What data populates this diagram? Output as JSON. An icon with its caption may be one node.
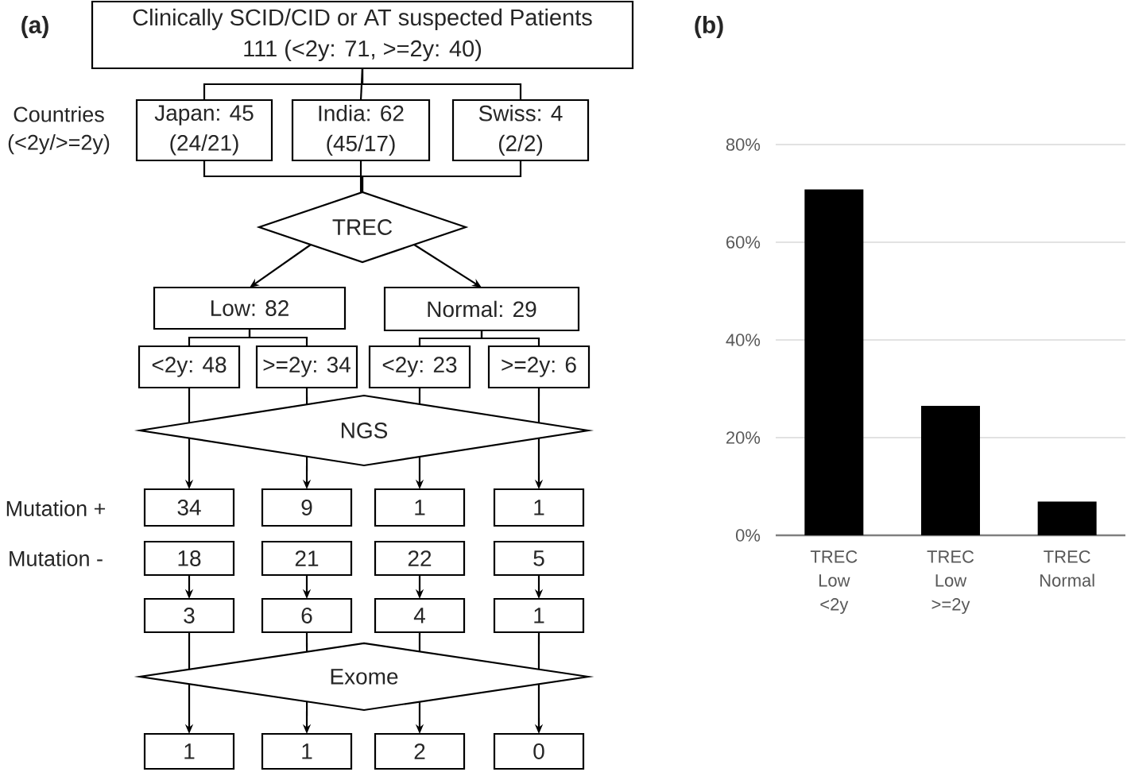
{
  "diagram": {
    "nodes": [
      {
        "text": [
          "Clinically SCID/CID or AT suspected Patients",
          "111 (<2y: 71, >=2y: 40)"
        ]
      },
      {
        "text": [
          "Japan: 45",
          "(24/21)"
        ]
      },
      {
        "text": [
          "India: 62",
          "(45/17)"
        ]
      },
      {
        "text": [
          "Swiss: 4",
          "(2/2)"
        ]
      },
      {
        "text": [
          "TREC"
        ]
      },
      {
        "text": [
          "Low: 82"
        ]
      },
      {
        "text": [
          "Normal: 29"
        ]
      },
      {
        "text": [
          "<2y: 48"
        ]
      },
      {
        "text": [
          ">=2y: 34"
        ]
      },
      {
        "text": [
          "<2y: 23"
        ]
      },
      {
        "text": [
          ">=2y: 6"
        ]
      },
      {
        "text": [
          "NGS"
        ]
      },
      {
        "text": [
          "34"
        ]
      },
      {
        "text": [
          "9"
        ]
      },
      {
        "text": [
          "1"
        ]
      },
      {
        "text": [
          "1"
        ]
      },
      {
        "text": [
          "18"
        ]
      },
      {
        "text": [
          "21"
        ]
      },
      {
        "text": [
          "22"
        ]
      },
      {
        "text": [
          "5"
        ]
      },
      {
        "text": [
          "3"
        ]
      },
      {
        "text": [
          "6"
        ]
      },
      {
        "text": [
          "4"
        ]
      },
      {
        "text": [
          "1"
        ]
      },
      {
        "text": [
          "Exome"
        ]
      },
      {
        "text": [
          "1"
        ]
      },
      {
        "text": [
          "1"
        ]
      },
      {
        "text": [
          "2"
        ]
      },
      {
        "text": [
          "0"
        ]
      }
    ],
    "edges": [
      {
        "from": 0,
        "to": 1,
        "arrow": "none"
      },
      {
        "from": 0,
        "to": 2,
        "arrow": "none"
      },
      {
        "from": 0,
        "to": 3,
        "arrow": "none"
      },
      {
        "from": 1,
        "to": 4,
        "arrow": "none"
      },
      {
        "from": 2,
        "to": 4,
        "arrow": "none"
      },
      {
        "from": 3,
        "to": 4,
        "arrow": "none"
      },
      {
        "from": 4,
        "to": 5,
        "arrow": "to"
      },
      {
        "from": 4,
        "to": 6,
        "arrow": "to"
      },
      {
        "from": 5,
        "to": 7,
        "arrow": "none"
      },
      {
        "from": 5,
        "to": 8,
        "arrow": "none"
      },
      {
        "from": 6,
        "to": 9,
        "arrow": "none"
      },
      {
        "from": 6,
        "to": 10,
        "arrow": "none"
      },
      {
        "from": 7,
        "to": 11,
        "arrow": "none"
      },
      {
        "from": 8,
        "to": 11,
        "arrow": "none"
      },
      {
        "from": 9,
        "to": 11,
        "arrow": "none"
      },
      {
        "from": 10,
        "to": 11,
        "arrow": "none"
      },
      {
        "from": 11,
        "to": 12,
        "arrow": "to"
      },
      {
        "from": 11,
        "to": 13,
        "arrow": "to"
      },
      {
        "from": 11,
        "to": 14,
        "arrow": "to"
      },
      {
        "from": 11,
        "to": 15,
        "arrow": "to"
      },
      {
        "from": 16,
        "to": 20,
        "arrow": "to"
      },
      {
        "from": 17,
        "to": 21,
        "arrow": "to"
      },
      {
        "from": 18,
        "to": 22,
        "arrow": "to"
      },
      {
        "from": 19,
        "to": 23,
        "arrow": "to"
      },
      {
        "from": 20,
        "to": 24,
        "arrow": "none"
      },
      {
        "from": 21,
        "to": 24,
        "arrow": "none"
      },
      {
        "from": 22,
        "to": 24,
        "arrow": "none"
      },
      {
        "from": 23,
        "to": 24,
        "arrow": "none"
      },
      {
        "from": 24,
        "to": 25,
        "arrow": "to"
      },
      {
        "from": 24,
        "to": 26,
        "arrow": "to"
      },
      {
        "from": 24,
        "to": 27,
        "arrow": "to"
      },
      {
        "from": 24,
        "to": 28,
        "arrow": "to"
      }
    ],
    "labels": [
      "(a)",
      "Countries (<2y/>=2y)",
      "Mutation +",
      "Mutation -",
      "(b)"
    ],
    "chart_data": {
      "type": "bar",
      "categories": [
        "TREC Low <2y",
        "TREC Low >=2y",
        "TREC Normal"
      ],
      "values": [
        70.8,
        26.5,
        6.9
      ],
      "ylim": [
        0,
        80
      ],
      "yticks": [
        {
          "value": 0,
          "label": "0%"
        },
        {
          "value": 20,
          "label": "20%"
        },
        {
          "value": 40,
          "label": "40%"
        },
        {
          "value": 60,
          "label": "60%"
        },
        {
          "value": 80,
          "label": "80%"
        }
      ],
      "grid": true
    }
  }
}
